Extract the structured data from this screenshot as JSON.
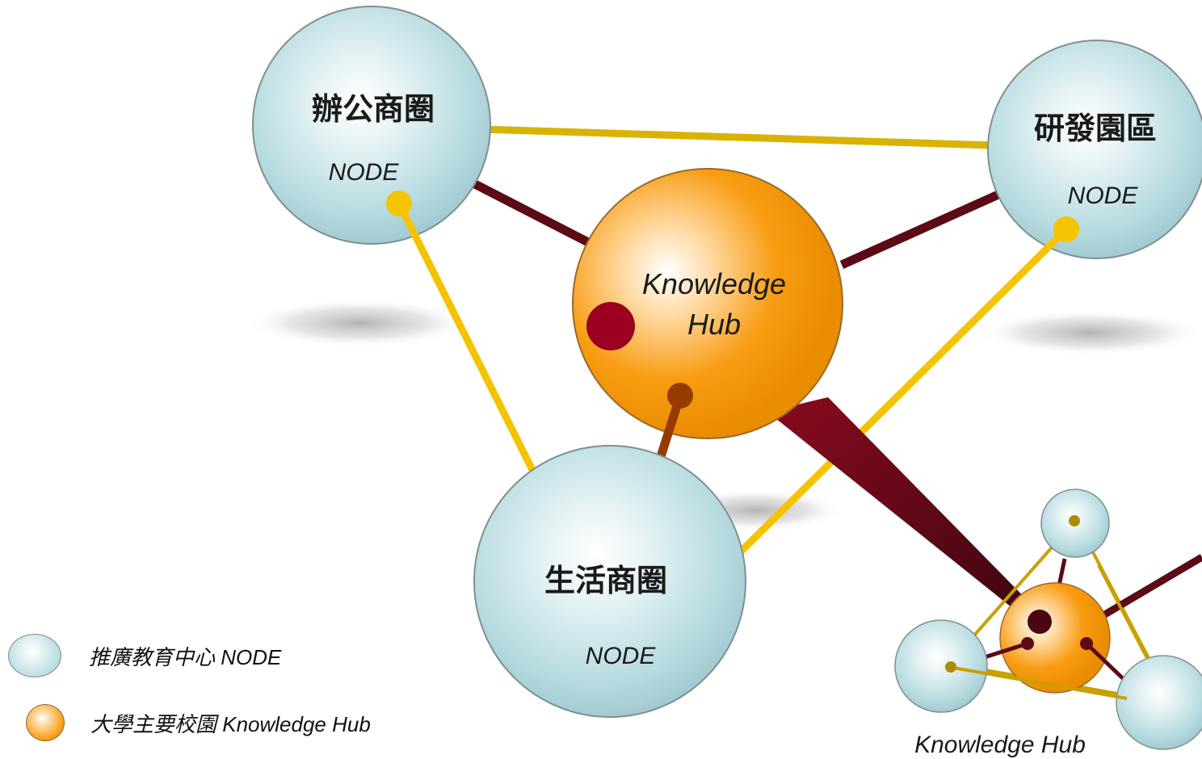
{
  "nodes": {
    "office": {
      "title": "辦公商圈",
      "tag": "NODE"
    },
    "rnd": {
      "title": "研發園區",
      "tag": "NODE"
    },
    "living": {
      "title": "生活商圈",
      "tag": "NODE"
    }
  },
  "hub": {
    "line1": "Knowledge",
    "line2": "Hub"
  },
  "mini_cluster": {
    "caption": "Knowledge Hub"
  },
  "legend": {
    "node_label": "推廣教育中心 NODE",
    "hub_label": "大學主要校園 Knowledge Hub"
  },
  "colors": {
    "node_fill": "#b8dde2",
    "hub_fill": "#f7990c",
    "link_gold": "#f5c400",
    "link_dark": "#5c0a16",
    "accent_red": "#9b0020"
  }
}
